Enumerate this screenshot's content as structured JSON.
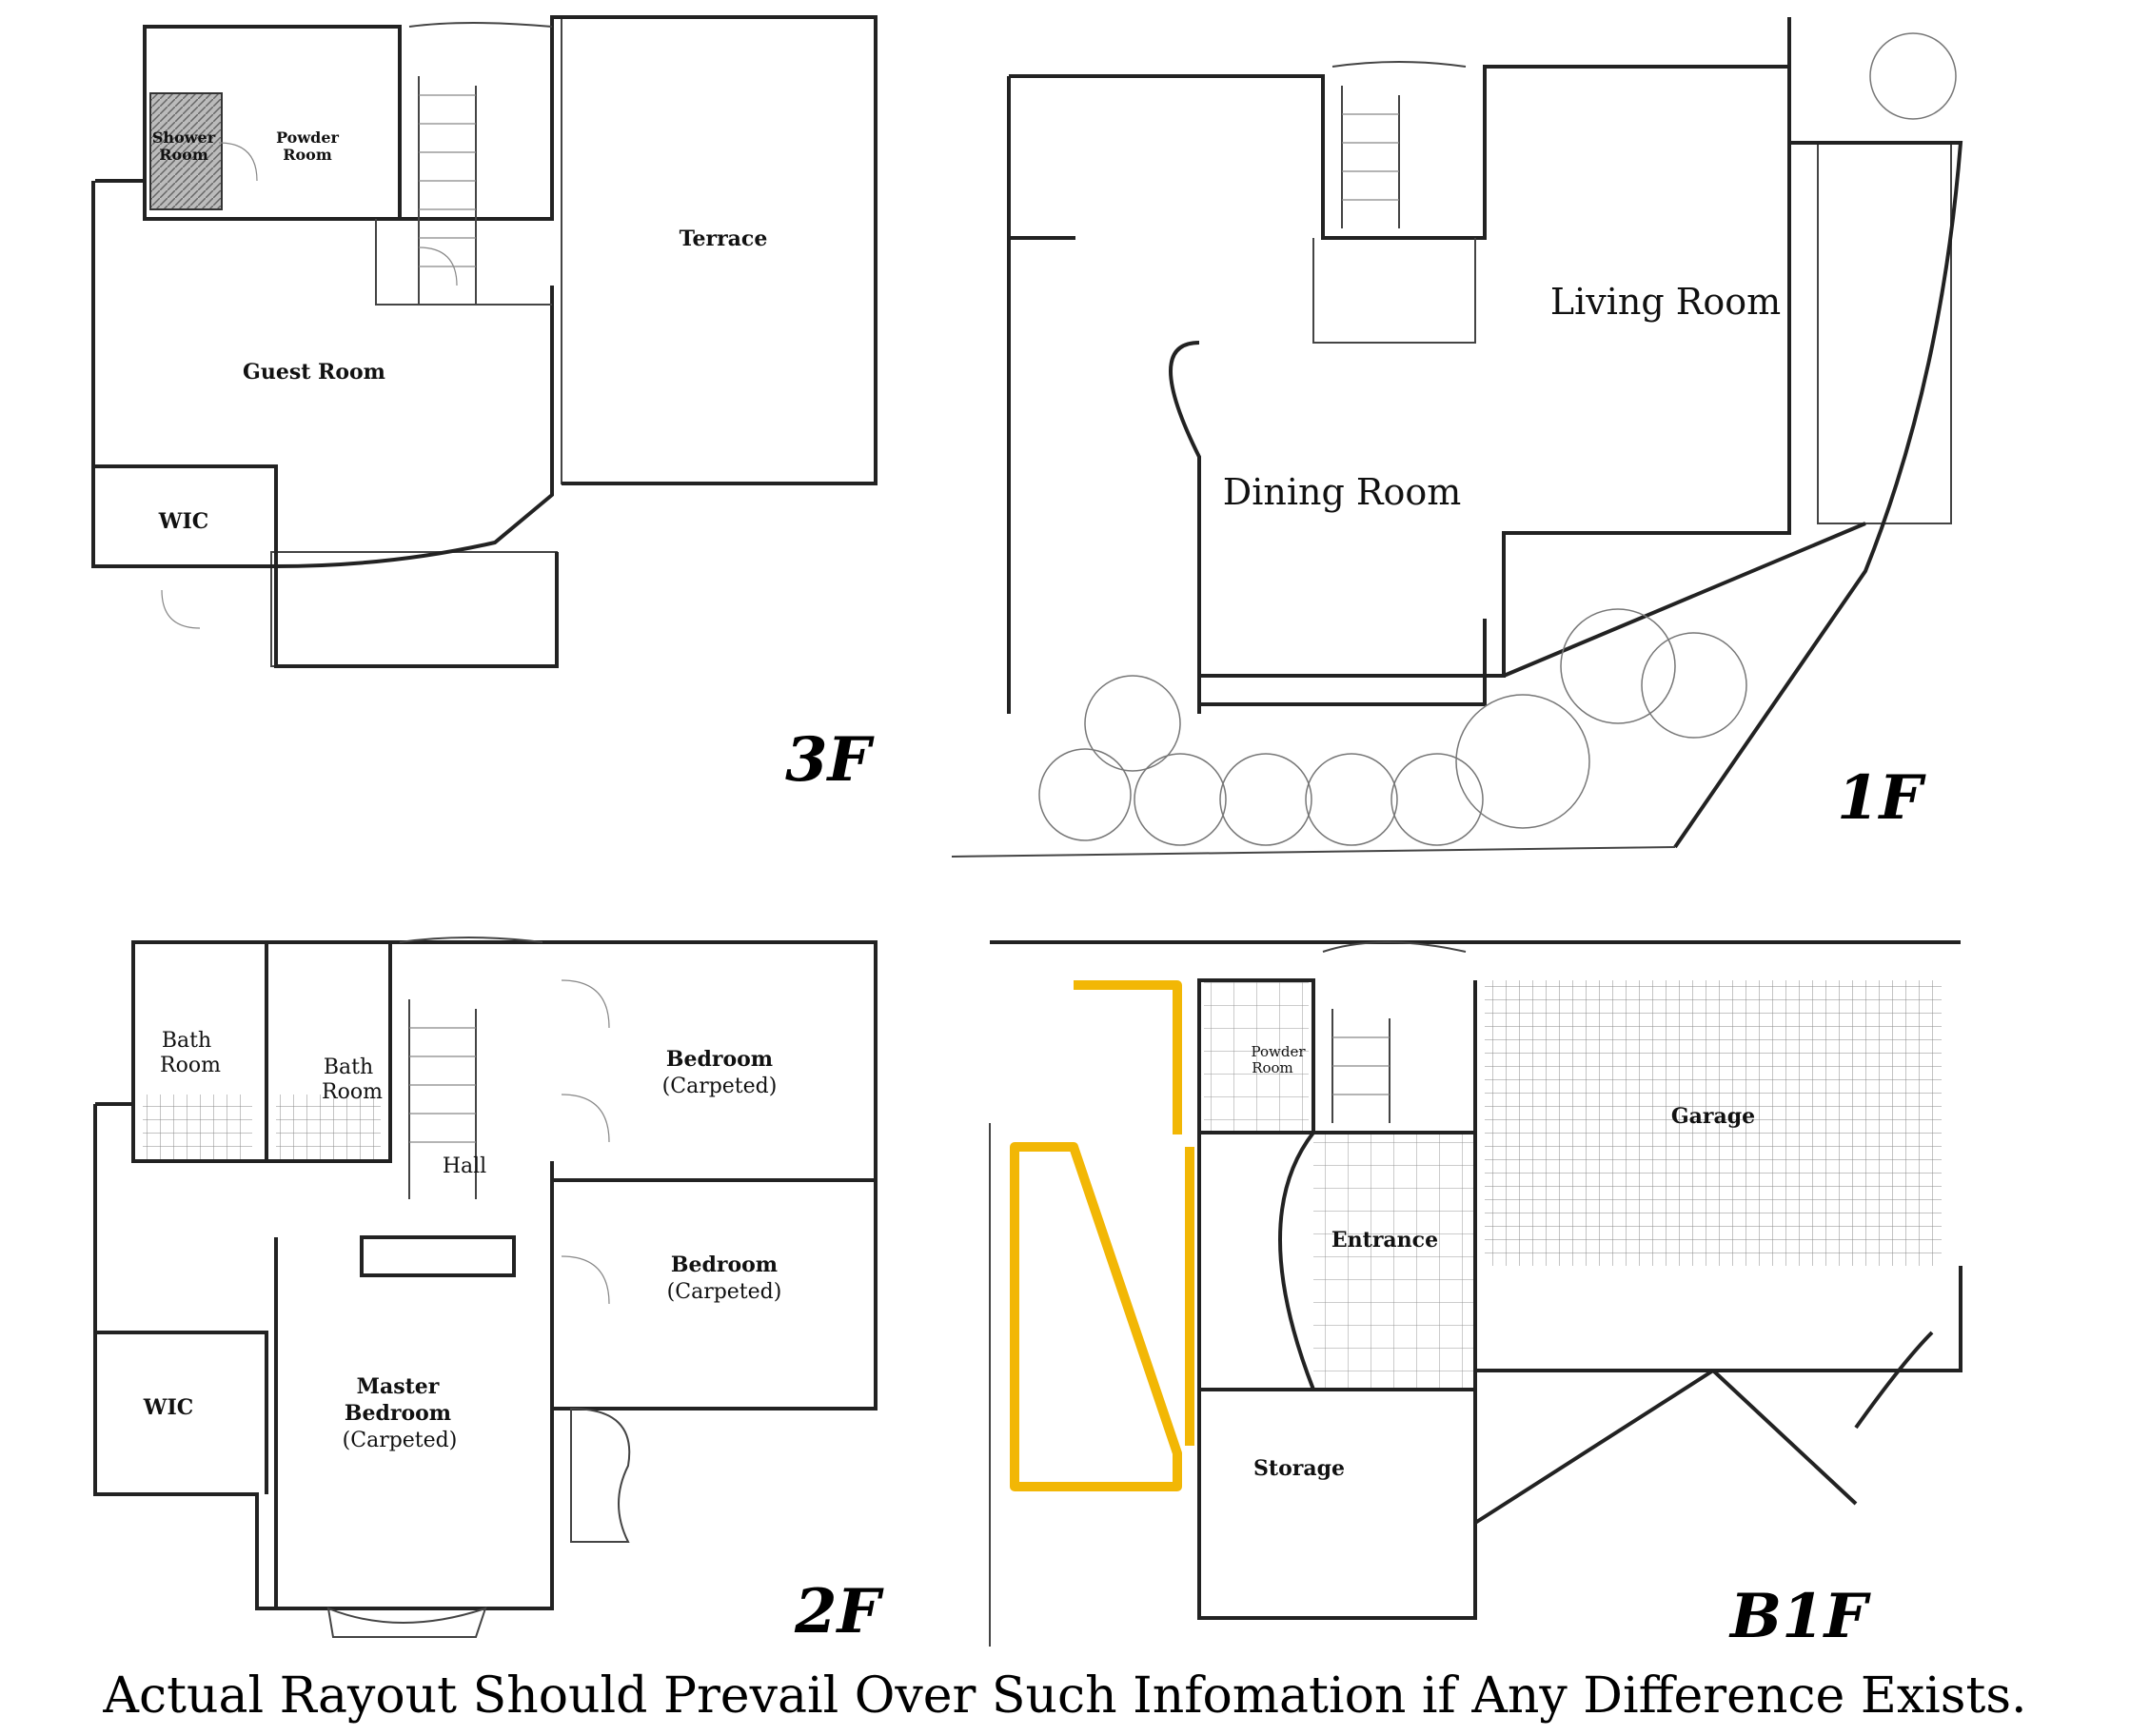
{
  "floors": [
    {
      "id": "3f",
      "label": "3F"
    },
    {
      "id": "1f",
      "label": "1F"
    },
    {
      "id": "2f",
      "label": "2F"
    },
    {
      "id": "b1f",
      "label": "B1F"
    }
  ],
  "rooms_3f": {
    "shower": [
      "Shower",
      "Room"
    ],
    "powder": [
      "Powder",
      "Room"
    ],
    "terrace": "Terrace",
    "guest": "Guest Room",
    "wic": "WIC"
  },
  "rooms_1f": {
    "living": "Living Room",
    "dining": "Dining Room"
  },
  "rooms_2f": {
    "bath1": [
      "Bath",
      "Room"
    ],
    "bath2": [
      "Bath",
      "Room"
    ],
    "bedroom1": [
      "Bedroom",
      "(Carpeted)"
    ],
    "bedroom2": [
      "Bedroom",
      "(Carpeted)"
    ],
    "hall": "Hall",
    "wic": "WIC",
    "master": [
      "Master",
      "Bedroom",
      "(Carpeted)"
    ]
  },
  "rooms_b1f": {
    "powder": [
      "Powder",
      "Room"
    ],
    "garage": "Garage",
    "entrance": "Entrance",
    "storage": "Storage"
  },
  "highlight_color": "#f2b705",
  "disclaimer": "Actual Rayout Should Prevail Over Such Infomation if Any Difference Exists."
}
